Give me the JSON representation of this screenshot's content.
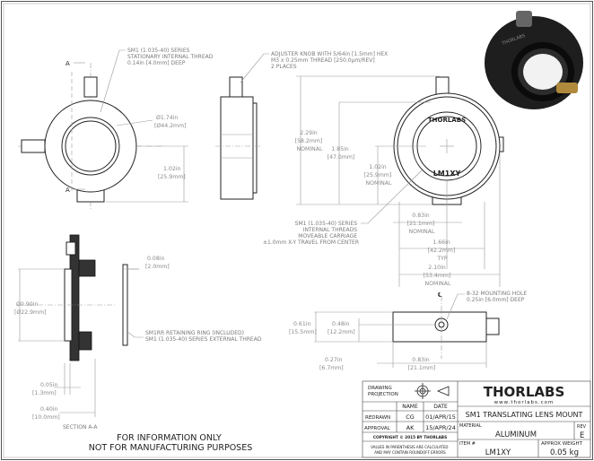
{
  "section_labels": {
    "a_top": "A",
    "a_bottom": "A",
    "section_title": "SECTION A-A"
  },
  "notes": {
    "thread_note": [
      "SM1 (1.035-40) SERIES",
      "STATIONARY INTERNAL THREAD",
      "0.14in [4.0mm] DEEP"
    ],
    "knob_note": [
      "ADJUSTER KNOB WITH 5/64in [1.5mm] HEX",
      "M3 x 0.25mm THREAD [250.0µm/REV]",
      "2 PLACES"
    ],
    "carriage_note": [
      "SM1 (1.035-40) SERIES",
      "INTERNAL THREADS",
      "MOVEABLE CARRIAGE",
      "±1.0mm X-Y TRAVEL FROM CENTER"
    ],
    "ring_note": [
      "SM1RR RETAINING RING (INCLUDED)",
      "SM1 (1.035-40) SERIES EXTERNAL THREAD"
    ],
    "mount_hole_note": [
      "8-32 MOUNTING HOLE",
      "0.25in [6.0mm] DEEP"
    ],
    "disclaimer": [
      "FOR INFORMATION ONLY",
      "NOT FOR MANUFACTURING PURPOSES"
    ]
  },
  "dimensions": {
    "outer_dia": [
      "Ø1.74in",
      "[Ø44.2mm]"
    ],
    "front_center_height": [
      "1.02in",
      "[25.9mm]"
    ],
    "overall_height": [
      "2.29in",
      "[58.2mm]",
      "NOMINAL"
    ],
    "body_height": [
      "1.85in",
      "[47.0mm]"
    ],
    "center_height": [
      "1.02in",
      "[25.9mm]",
      "NOMINAL"
    ],
    "half_width": [
      "0.83in",
      "[21.1mm]",
      "NOMINAL"
    ],
    "width_typ": [
      "1.66in",
      "[42.2mm]",
      "TYP"
    ],
    "overall_width": [
      "2.10in",
      "[53.4mm]",
      "NOMINAL"
    ],
    "ring_thickness": [
      "0.08in",
      "[2.0mm]"
    ],
    "aperture": [
      "Ø0.90in",
      "[Ø22.9mm]"
    ],
    "lip": [
      "0.05in",
      "[1.3mm]"
    ],
    "depth": [
      "0.40in",
      "[10.0mm]"
    ],
    "base_depth": [
      "0.61in",
      "[15.5mm]"
    ],
    "hole_offset": [
      "0.48in",
      "[12.2mm]"
    ],
    "hole_depth_pos": [
      "0.27in",
      "[6.7mm]"
    ],
    "hole_width_pos": [
      "0.83in",
      "[21.1mm]"
    ],
    "center_mark": "℄"
  },
  "engraving": {
    "brand": "THORLABS",
    "model": "LM1XY"
  },
  "title_block": {
    "drawing_projection": [
      "DRAWING",
      "PROJECTION"
    ],
    "headers": {
      "name": "NAME",
      "date": "DATE"
    },
    "rows": [
      {
        "role": "REDRAWN",
        "name": "CG",
        "date": "01/APR/15"
      },
      {
        "role": "APPROVAL",
        "name": "AK",
        "date": "15/APR/24"
      }
    ],
    "copyright": "COPYRIGHT © 2015 BY THORLABS",
    "rounding_note": [
      "VALUES IN PARENTHESIS ARE CALCULATED",
      "AND MAY CONTAIN ROUNDOFF ERRORS"
    ],
    "logo": "THORLABS",
    "website": "www.thorlabs.com",
    "title": "SM1 TRANSLATING LENS MOUNT",
    "material_label": "MATERIAL",
    "material": "ALUMINUM",
    "rev_label": "REV",
    "rev": "E",
    "item_label": "ITEM #",
    "item": "LM1XY",
    "weight_label": "APPROX WEIGHT",
    "weight": "0.05 kg"
  }
}
